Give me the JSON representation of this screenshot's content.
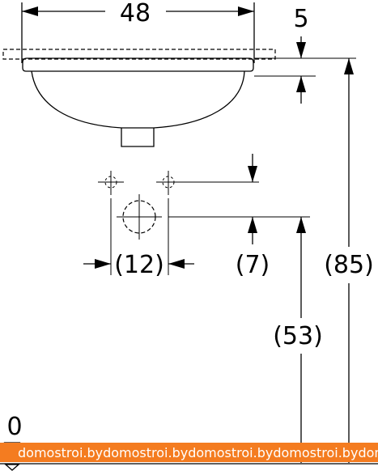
{
  "dimensions": {
    "width_top": "48",
    "rim_thickness": "5",
    "tap_spacing": "(12)",
    "hole_offset": "(7)",
    "outlet_height": "(53)",
    "total_height": "(85)",
    "floor_level": "0"
  },
  "watermark": {
    "items": [
      "domostroi.by",
      "domostroi.by",
      "domostroi.by",
      "domostroi.by",
      "domostroi.by"
    ]
  },
  "colors": {
    "watermark_bg": "#f47c20",
    "line": "#000000"
  }
}
